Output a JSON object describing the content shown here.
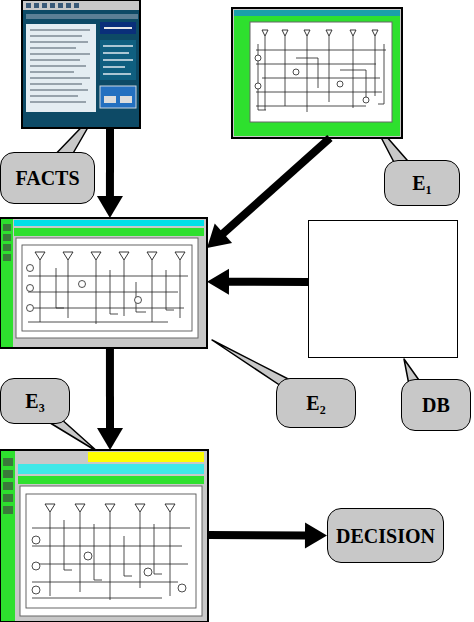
{
  "diagram": {
    "nodes": [
      {
        "text": [
          "FACTS"
        ]
      },
      {
        "text": [
          "E₁"
        ]
      },
      {
        "text": [
          "E₂"
        ]
      },
      {
        "text": [
          "DB"
        ]
      },
      {
        "text": [
          "E₃"
        ]
      },
      {
        "text": [
          "DECISION"
        ]
      }
    ],
    "edges": [
      {
        "from": 0,
        "to": 2,
        "arrow": "to"
      },
      {
        "from": 1,
        "to": 2,
        "arrow": "to"
      },
      {
        "from": 3,
        "to": 2,
        "arrow": "to"
      },
      {
        "from": 2,
        "to": 4,
        "arrow": "to"
      },
      {
        "from": 4,
        "to": 5,
        "arrow": "to"
      }
    ]
  }
}
